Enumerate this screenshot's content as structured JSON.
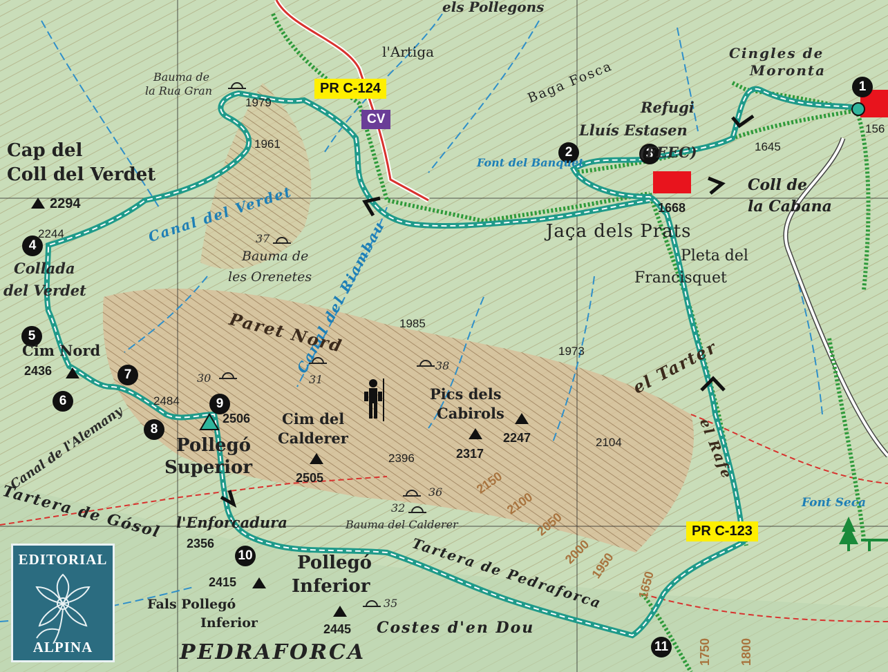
{
  "routes": {
    "pr_c_124": "PR C-124",
    "pr_c_123": "PR C-123",
    "cv": "CV"
  },
  "waypoints": [
    "1",
    "2",
    "3",
    "4",
    "5",
    "6",
    "7",
    "8",
    "9",
    "10",
    "11"
  ],
  "labels": {
    "els_pollegons": "els Pollegons",
    "artiga": "l'Artiga",
    "cingles1": "Cingles de",
    "cingles2": "Moronta",
    "baga_fosca": "Baga Fosca",
    "refugi1": "Refugi",
    "refugi2": "Lluís Estasen",
    "refugi3": "(FEEC)",
    "font_banquet": "Font del Banquet",
    "bauma_rua1": "Bauma de",
    "bauma_rua2": "la Rua Gran",
    "cap1": "Cap del",
    "cap2": "Coll del Verdet",
    "canal_verdet": "Canal del Verdet",
    "jaca": "Jaça dels Prats",
    "pleta1": "Pleta del",
    "pleta2": "Francisquet",
    "coll_cabana1": "Coll de",
    "coll_cabana2": "la Cabana",
    "collada1": "Collada",
    "collada2": "del Verdet",
    "bauma_oren1": "Bauma de",
    "bauma_oren2": "les Orenetes",
    "canal_riambau": "Canal del Riambau",
    "paret_nord": "Paret Nord",
    "cim_nord": "Cim Nord",
    "el_tarter": "el Tarter",
    "pics1": "Pics dels",
    "pics2": "Cabirols",
    "cim_calderer1": "Cim del",
    "cim_calderer2": "Calderer",
    "pollego_sup1": "Pollegó",
    "pollego_sup2": "Superior",
    "el_rafe": "el Rafe",
    "canal_alemany": "Canal de l'Alemany",
    "tartera_gosol": "Tartera de Gósol",
    "enforcadura": "l'Enforcadura",
    "bauma_calderer": "Bauma del Calderer",
    "font_seca": "Font Seca",
    "pollego_inf1": "Pollegó",
    "pollego_inf2": "Inferior",
    "tartera_ped": "Tartera de Pedraforca",
    "fals1": "Fals Pollegó",
    "fals2": "Inferior",
    "costes": "Costes d'en Dou",
    "pedraforca": "PEDRAFORCA"
  },
  "elevations": {
    "e1979": "1979",
    "e1961": "1961",
    "e1645": "1645",
    "e156": "156",
    "e1668": "1668",
    "e2294": "2294",
    "e2244": "2244",
    "e37": "37",
    "e1985": "1985",
    "e1973": "1973",
    "e2436": "2436",
    "e30": "30",
    "e31": "31",
    "e38": "38",
    "e2484": "2484",
    "e2506": "2506",
    "e2317": "2317",
    "e2247": "2247",
    "e2396": "2396",
    "e2104": "2104",
    "e2505": "2505",
    "e36": "36",
    "e32": "32",
    "e2356": "2356",
    "e2415": "2415",
    "e2445": "2445",
    "e35": "35",
    "c2150": "2150",
    "c2100": "2100",
    "c2050": "2050",
    "c2000": "2000",
    "c1950": "1950",
    "c1650": "1650",
    "c1750": "1750",
    "c1800": "1800"
  },
  "logo": {
    "top": "EDITORIAL",
    "bottom": "ALPINA"
  },
  "colors": {
    "route": "#1f9a8a",
    "trail_dots": "#2e9a3a",
    "road": "#d8322e",
    "stream": "#2f8fc9",
    "rock": "#b89468",
    "signal": "#ffef00"
  }
}
